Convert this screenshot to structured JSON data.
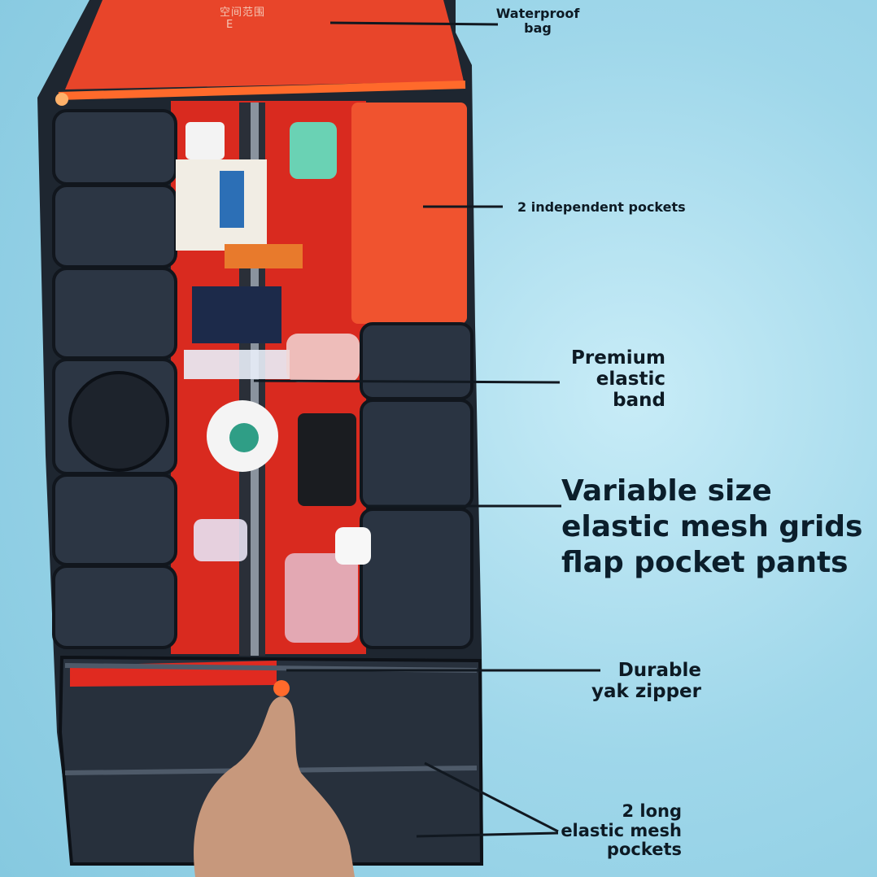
{
  "photo": {
    "bag_brand_text": "空间范围",
    "bag_brand_letter": "E"
  },
  "labels": {
    "waterproof": [
      "Waterproof",
      "bag"
    ],
    "pockets": "2 independent pockets",
    "band": [
      "Premium",
      "elastic",
      "band"
    ],
    "variable": [
      "Variable size",
      "elastic mesh grids",
      "flap pocket pants"
    ],
    "zipper": [
      "Durable",
      "yak zipper"
    ],
    "mesh": [
      "2 long",
      "elastic mesh",
      "pockets"
    ]
  },
  "colors": {
    "background": "#9fd7ea",
    "bag_red": "#e8452a",
    "bag_dark": "#1e2630",
    "label_text": "#0d1a24"
  }
}
